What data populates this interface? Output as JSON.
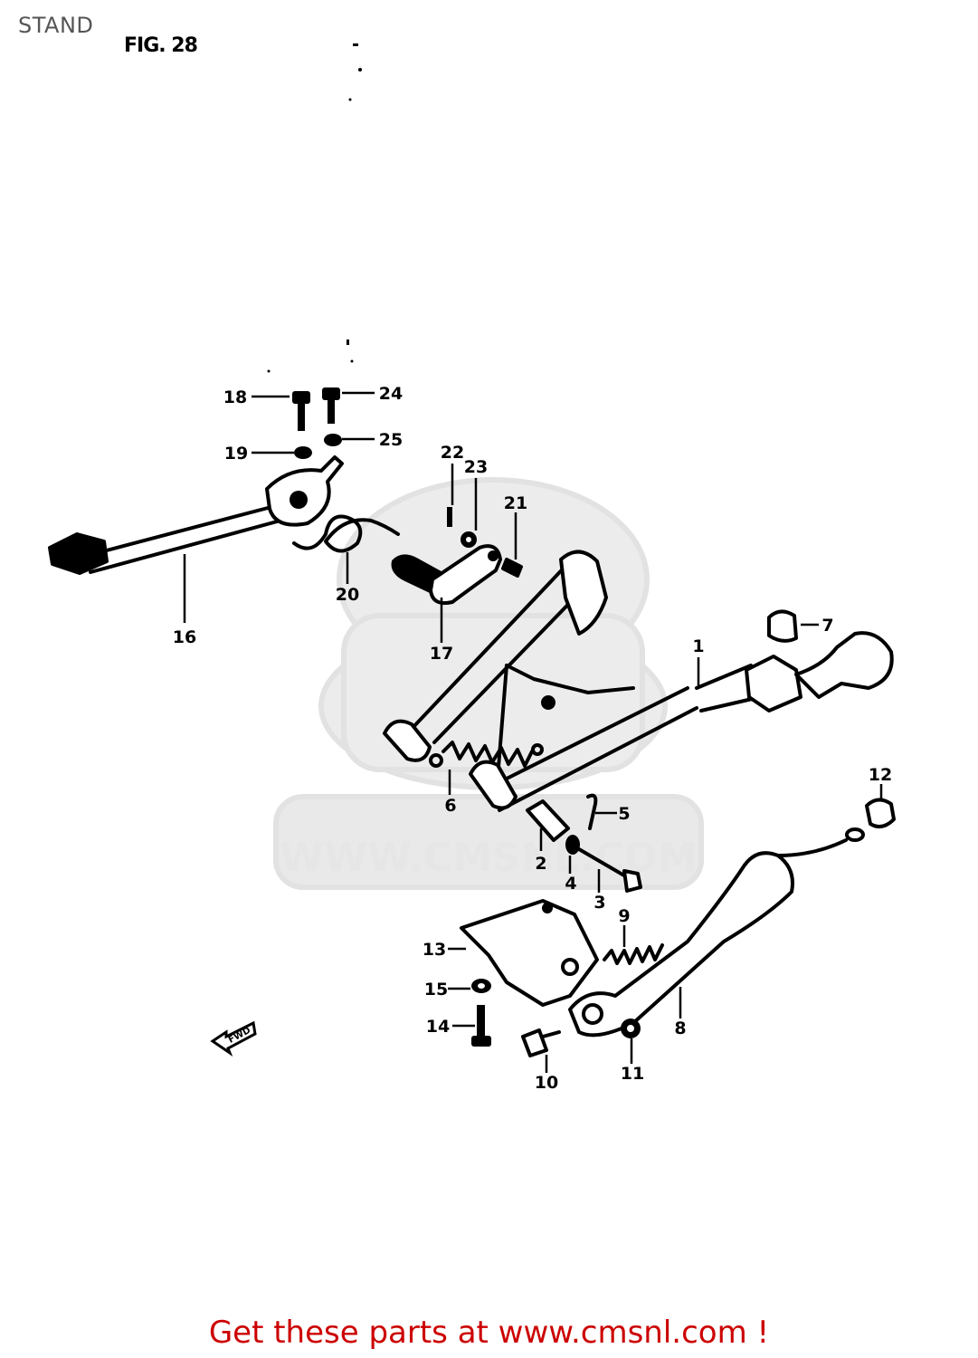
{
  "page": {
    "title": "STAND"
  },
  "figure": {
    "label": "FIG. 28"
  },
  "watermark": {
    "text": "WWW.CMSNL.COM"
  },
  "fwd_arrow": {
    "label": "FWD"
  },
  "callouts": [
    "1",
    "2",
    "3",
    "4",
    "5",
    "6",
    "7",
    "8",
    "9",
    "10",
    "11",
    "12",
    "13",
    "14",
    "15",
    "16",
    "17",
    "18",
    "19",
    "20",
    "21",
    "22",
    "23",
    "24",
    "25"
  ],
  "footer": {
    "text": "Get these parts at www.cmsnl.com !"
  },
  "colors": {
    "footer": "#cc0000",
    "title": "#555555",
    "watermark": "#e6e6e6"
  }
}
